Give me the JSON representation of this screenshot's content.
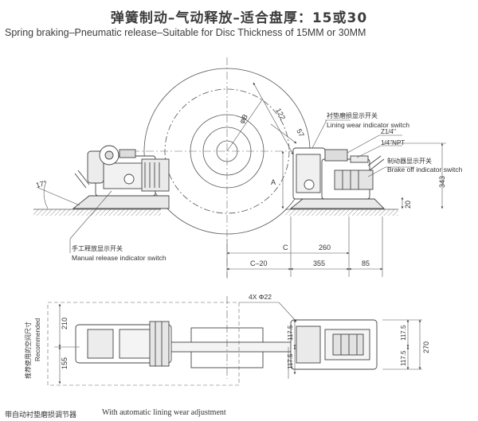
{
  "title_cn": "弹簧制动–气动释放–适合盘厚：15或30",
  "title_en": "Spring braking–Pneumatic  release–Suitable for Disc Thickness of 15MM or 30MM",
  "labels": {
    "lining_cn": "衬垫磨损显示开关",
    "lining_en": "Lining wear indicator switch",
    "thread_z": "Z1/4''",
    "thread_npt": "1/4''NPT",
    "brake_off_cn": "制动器显示开关",
    "brake_off_en": "Brake off indicator switch",
    "manual_cn": "手工释放显示开关",
    "manual_en": "Manual release indicator switch",
    "holes": "4X Φ22",
    "space_cn": "推荐使用的空间尺寸",
    "space_en": "Recommended"
  },
  "dims": {
    "angle": "17°",
    "phi_b": "φB",
    "d122": "122",
    "d57": "57",
    "d_a": "A",
    "d343": "343",
    "d20": "20",
    "d_c": "C",
    "d260": "260",
    "d_c20": "C–20",
    "d355": "355",
    "d85": "85",
    "d210": "210",
    "d155": "155",
    "d1175a": "117.5",
    "d1175b": "117.5",
    "d270": "270",
    "d1175c": "117.5",
    "d1175d": "117.5"
  },
  "footer": {
    "cn": "带自动衬垫磨损调节器",
    "en": "With automatic lining wear adjustment"
  }
}
